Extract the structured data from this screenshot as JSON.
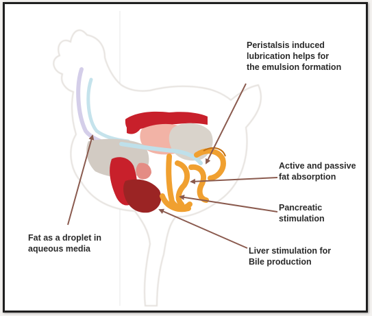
{
  "colors": {
    "arrow": "#8a5a4e",
    "label_text": "#2a2a2a",
    "bird_body": "#ffffff",
    "red_organ": "#c8202b",
    "dark_red_organ": "#9b2424",
    "orange_intestine": "#f0a030",
    "pink_organ": "#f2b3a6",
    "gray_organ": "#d2cbc3",
    "blue_tract": "#bfe0ea"
  },
  "labels": {
    "peristalsis": [
      "Peristalsis induced",
      "lubrication helps for",
      "the emulsion formation"
    ],
    "absorption": [
      "Active and passive",
      "fat absorption"
    ],
    "pancreatic": [
      "Pancreatic",
      "stimulation"
    ],
    "liver": [
      "Liver stimulation for",
      "Bile production"
    ],
    "droplet": [
      "Fat as a droplet in",
      "aqueous media"
    ]
  }
}
